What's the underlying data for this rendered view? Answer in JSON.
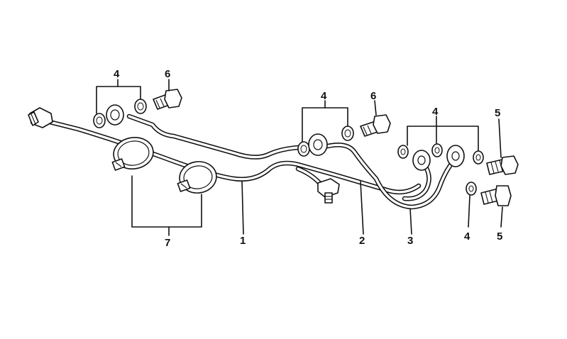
{
  "diagram": {
    "labels": {
      "pipe_1": "1",
      "pipe_2": "2",
      "pipe_3": "3",
      "washer_a": "4",
      "washer_b": "4",
      "washer_c": "4",
      "washer_d": "4",
      "bolt_5_top": "5",
      "bolt_5_bottom": "5",
      "bolt_6_left": "6",
      "bolt_6_mid": "6",
      "clamps_7": "7"
    },
    "colors": {
      "line": "#111111",
      "background": "#ffffff"
    }
  }
}
